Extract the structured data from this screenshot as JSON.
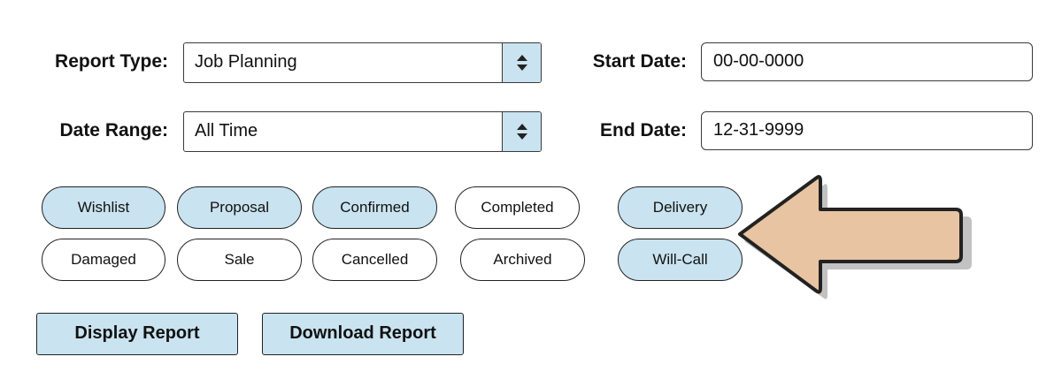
{
  "form": {
    "report_type": {
      "label": "Report Type:",
      "value": "Job Planning"
    },
    "date_range": {
      "label": "Date Range:",
      "value": "All Time"
    },
    "start_date": {
      "label": "Start Date:",
      "value": "00-00-0000"
    },
    "end_date": {
      "label": "End Date:",
      "value": "12-31-9999"
    }
  },
  "status_filters": [
    {
      "label": "Wishlist",
      "selected": true
    },
    {
      "label": "Proposal",
      "selected": true
    },
    {
      "label": "Confirmed",
      "selected": true
    },
    {
      "label": "Completed",
      "selected": false
    },
    {
      "label": "Delivery",
      "selected": true
    },
    {
      "label": "Damaged",
      "selected": false
    },
    {
      "label": "Sale",
      "selected": false
    },
    {
      "label": "Cancelled",
      "selected": false
    },
    {
      "label": "Archived",
      "selected": false
    },
    {
      "label": "Will-Call",
      "selected": true
    }
  ],
  "actions": {
    "display_label": "Display Report",
    "download_label": "Download Report"
  },
  "icons": {
    "stepper": "up-down-stepper-icon",
    "annotation": "left-arrow-icon"
  },
  "colors": {
    "selected_fill": "#c9e3f0",
    "arrow_fill": "#e8c4a2",
    "border": "#222222"
  }
}
